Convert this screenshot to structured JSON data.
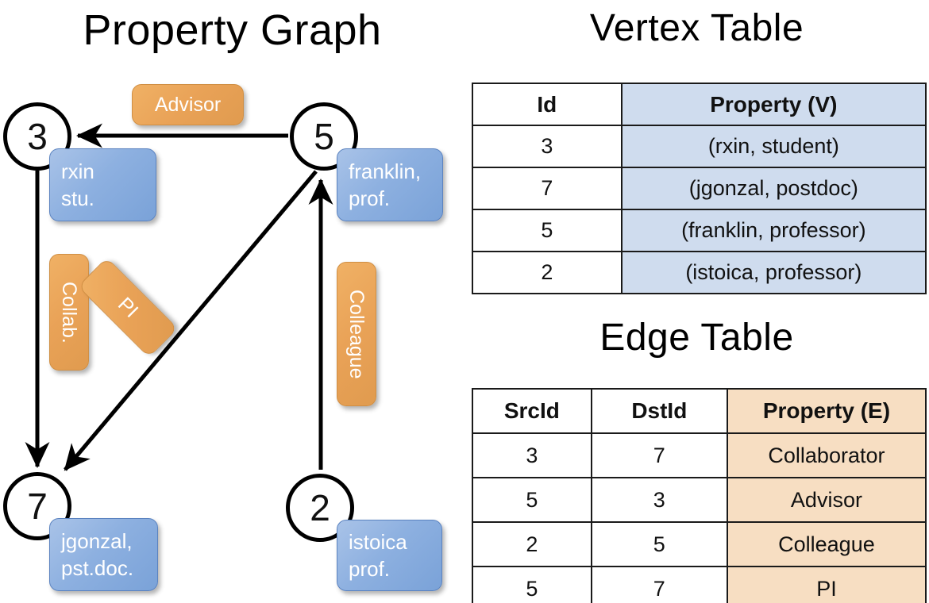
{
  "titles": {
    "property_graph": "Property Graph",
    "vertex_table": "Vertex Table",
    "edge_table": "Edge Table"
  },
  "graph": {
    "nodes": [
      {
        "id": "3",
        "label": "3",
        "property_line1": "rxin",
        "property_line2": "stu."
      },
      {
        "id": "5",
        "label": "5",
        "property_line1": "franklin,",
        "property_line2": "prof."
      },
      {
        "id": "7",
        "label": "7",
        "property_line1": "jgonzal,",
        "property_line2": "pst.doc."
      },
      {
        "id": "2",
        "label": "2",
        "property_line1": "istoica",
        "property_line2": "prof."
      }
    ],
    "edge_labels": {
      "advisor": "Advisor",
      "collab": "Collab.",
      "pi": "PI",
      "colleague": "Colleague"
    }
  },
  "vertex_table": {
    "headers": [
      "Id",
      "Property (V)"
    ],
    "rows": [
      {
        "id": "3",
        "property": "(rxin, student)"
      },
      {
        "id": "7",
        "property": "(jgonzal, postdoc)"
      },
      {
        "id": "5",
        "property": "(franklin, professor)"
      },
      {
        "id": "2",
        "property": "(istoica, professor)"
      }
    ]
  },
  "edge_table": {
    "headers": [
      "SrcId",
      "DstId",
      "Property (E)"
    ],
    "rows": [
      {
        "src": "3",
        "dst": "7",
        "property": "Collaborator"
      },
      {
        "src": "5",
        "dst": "3",
        "property": "Advisor"
      },
      {
        "src": "2",
        "dst": "5",
        "property": "Colleague"
      },
      {
        "src": "5",
        "dst": "7",
        "property": "PI"
      }
    ]
  },
  "colors": {
    "vertex_property_fill": "#cfdcee",
    "edge_property_fill": "#f7dec2",
    "vertex_box": "#8db0e0",
    "edge_box": "#e9a257",
    "stroke": "#000000"
  }
}
